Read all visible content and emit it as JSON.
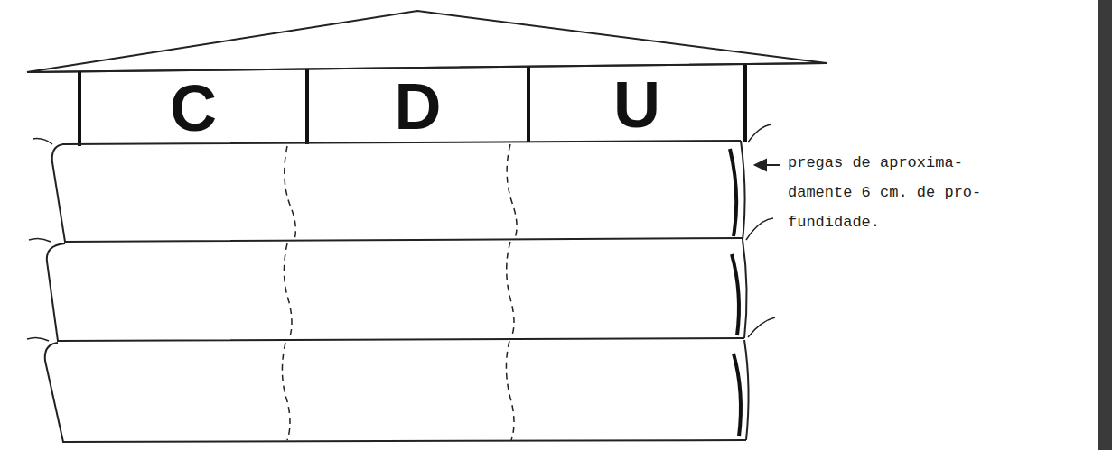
{
  "diagram": {
    "nodes": [
      {
        "text": [
          "C"
        ]
      },
      {
        "text": [
          "D"
        ]
      },
      {
        "text": [
          "U"
        ]
      }
    ],
    "labels": [
      "pregas de aproxima- damente 6 cm. de pro- fundidade."
    ]
  }
}
